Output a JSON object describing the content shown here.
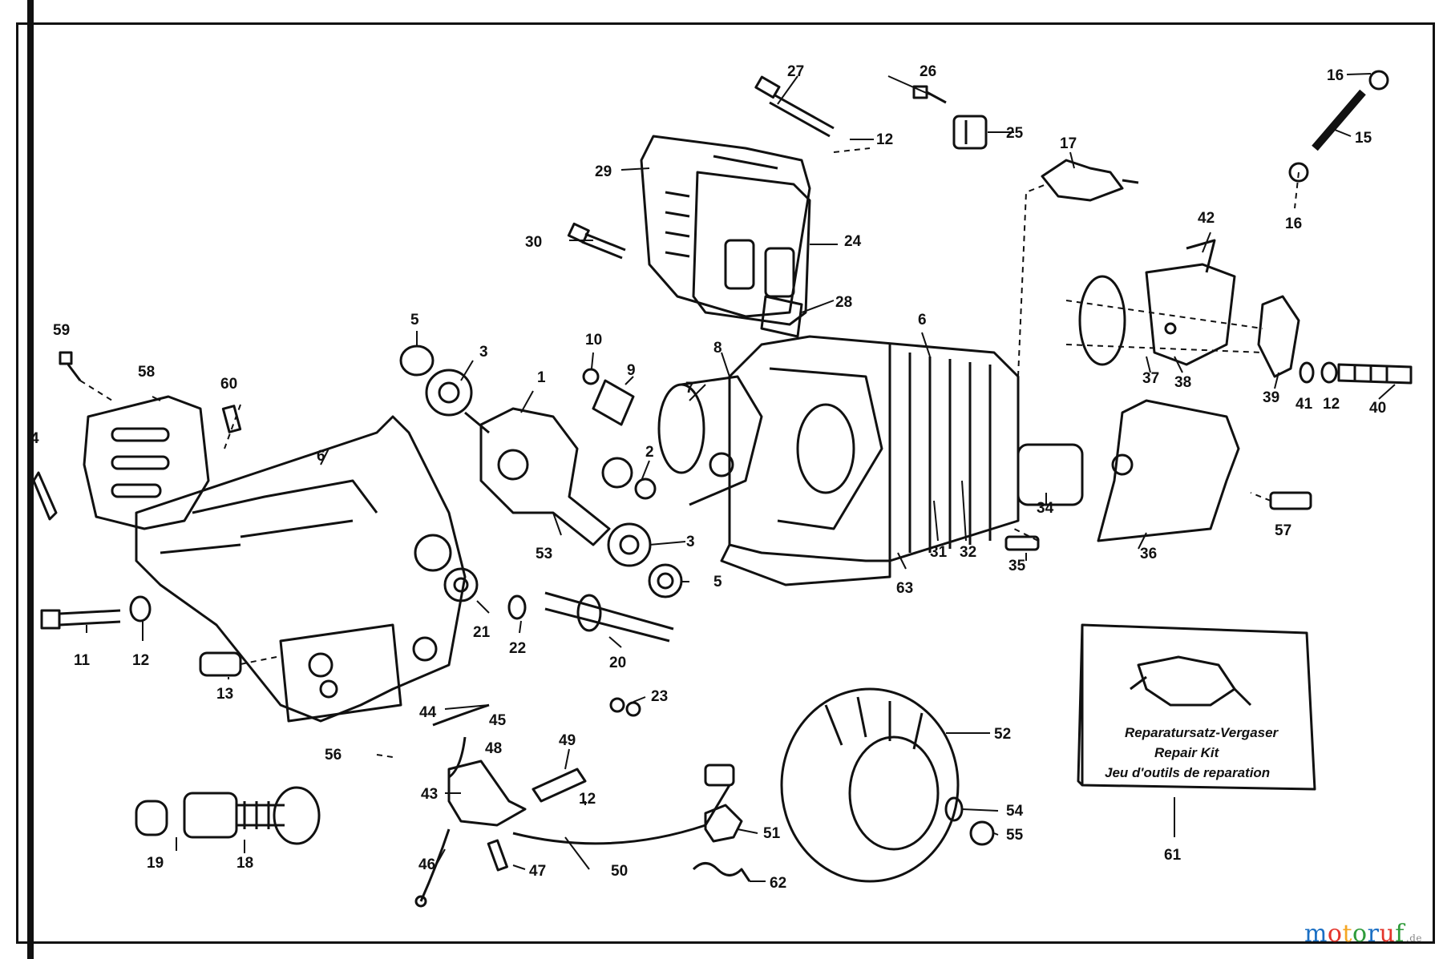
{
  "callouts": {
    "c1": "1",
    "c2": "2",
    "c3a": "3",
    "c3b": "3",
    "c5a": "5",
    "c5b": "5",
    "c6a": "6",
    "c6b": "6",
    "c7": "7",
    "c8": "8",
    "c9": "9",
    "c10": "10",
    "c11": "11",
    "c12a": "12",
    "c12b": "12",
    "c12c": "12",
    "c12d": "12",
    "c13": "13",
    "c15": "15",
    "c16a": "16",
    "c16b": "16",
    "c17": "17",
    "c18": "18",
    "c19": "19",
    "c20": "20",
    "c21": "21",
    "c22": "22",
    "c23": "23",
    "c24": "24",
    "c25": "25",
    "c26": "26",
    "c27": "27",
    "c28": "28",
    "c29": "29",
    "c30": "30",
    "c31": "31",
    "c32": "32",
    "c34": "34",
    "c35": "35",
    "c36": "36",
    "c37": "37",
    "c38": "38",
    "c39": "39",
    "c40": "40",
    "c41": "41",
    "c42": "42",
    "c43": "43",
    "c44": "44",
    "c45": "45",
    "c46": "46",
    "c47": "47",
    "c48": "48",
    "c49": "49",
    "c50": "50",
    "c51": "51",
    "c52": "52",
    "c53": "53",
    "c54": "54",
    "c55": "55",
    "c56": "56",
    "c57": "57",
    "c58": "58",
    "c59": "59",
    "c60": "60",
    "c61": "61",
    "c62": "62",
    "c63": "63",
    "cL": "4"
  },
  "repair_kit": {
    "line1": "Reparatursatz-Vergaser",
    "line2": "Repair Kit",
    "line3": "Jeu d'outils de reparation"
  },
  "watermark": {
    "letters": [
      "m",
      "o",
      "t",
      "o",
      "r",
      "u",
      "f"
    ],
    "tld": ".de",
    "colors": [
      "#1a6fc4",
      "#e4342b",
      "#f5a623",
      "#2e9b3a",
      "#1a6fc4",
      "#e4342b",
      "#2e9b3a"
    ]
  }
}
